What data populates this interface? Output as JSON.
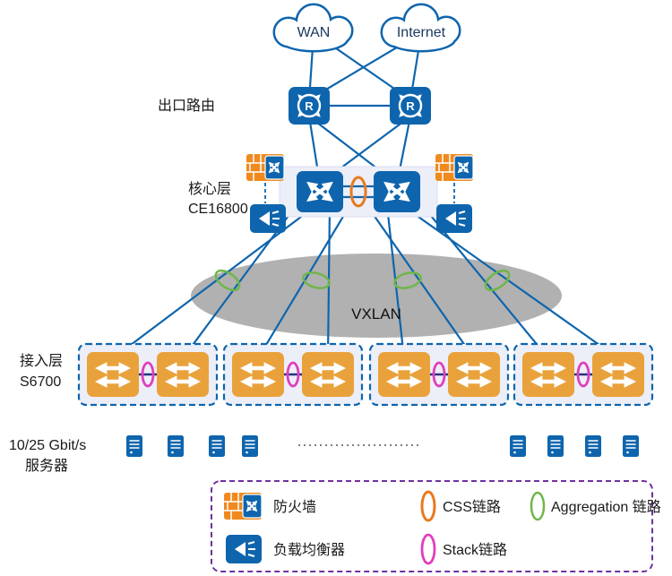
{
  "diagram": {
    "clouds": [
      {
        "label": "WAN"
      },
      {
        "label": "Internet"
      }
    ],
    "labels": {
      "egress_router": "出口路由",
      "core_layer": "核心层",
      "core_model": "CE16800",
      "access_layer": "接入层",
      "access_model": "S6700",
      "server_speed": "10/25 Gbit/s",
      "servers": "服务器",
      "vxlan": "VXLAN"
    },
    "icons": {
      "router_letter": "R"
    },
    "legend": {
      "firewall": "防火墙",
      "load_balancer": "负载均衡器",
      "css_link": "CSS链路",
      "stack_link": "Stack链路",
      "aggregation_link": "Aggregation 链路"
    },
    "colors": {
      "device_blue": "#0e65ad",
      "switch_orange": "#e9a23b",
      "css_link_orange": "#e87a1d",
      "stack_link_magenta": "#e03ebc",
      "aggregation_link_green": "#6fb64a",
      "vxlan_gray": "#b1b1b1",
      "panel_fill": "#eceef8",
      "legend_border_purple": "#7030a0"
    }
  }
}
